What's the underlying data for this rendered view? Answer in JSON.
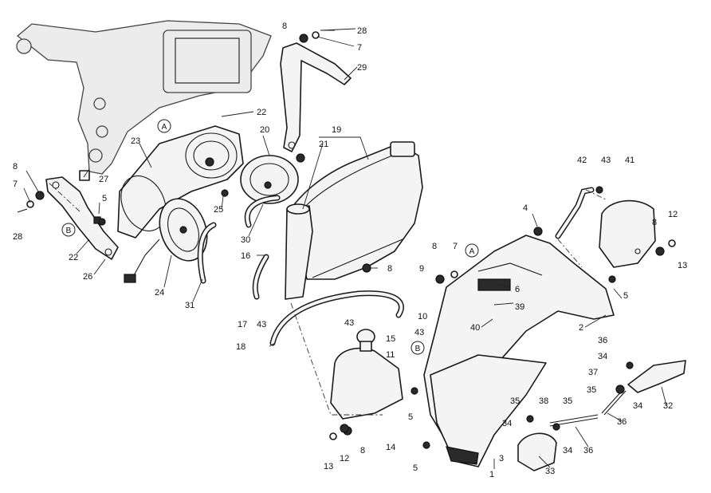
{
  "diagram": {
    "callouts": [
      "A",
      "B"
    ],
    "part_labels": [
      "1",
      "2",
      "3",
      "4",
      "5",
      "6",
      "7",
      "8",
      "9",
      "10",
      "11",
      "12",
      "13",
      "14",
      "15",
      "16",
      "17",
      "18",
      "19",
      "20",
      "21",
      "22",
      "23",
      "24",
      "25",
      "26",
      "27",
      "28",
      "29",
      "30",
      "31",
      "32",
      "33",
      "34",
      "35",
      "36",
      "37",
      "38",
      "39",
      "40",
      "41",
      "42",
      "43"
    ]
  }
}
